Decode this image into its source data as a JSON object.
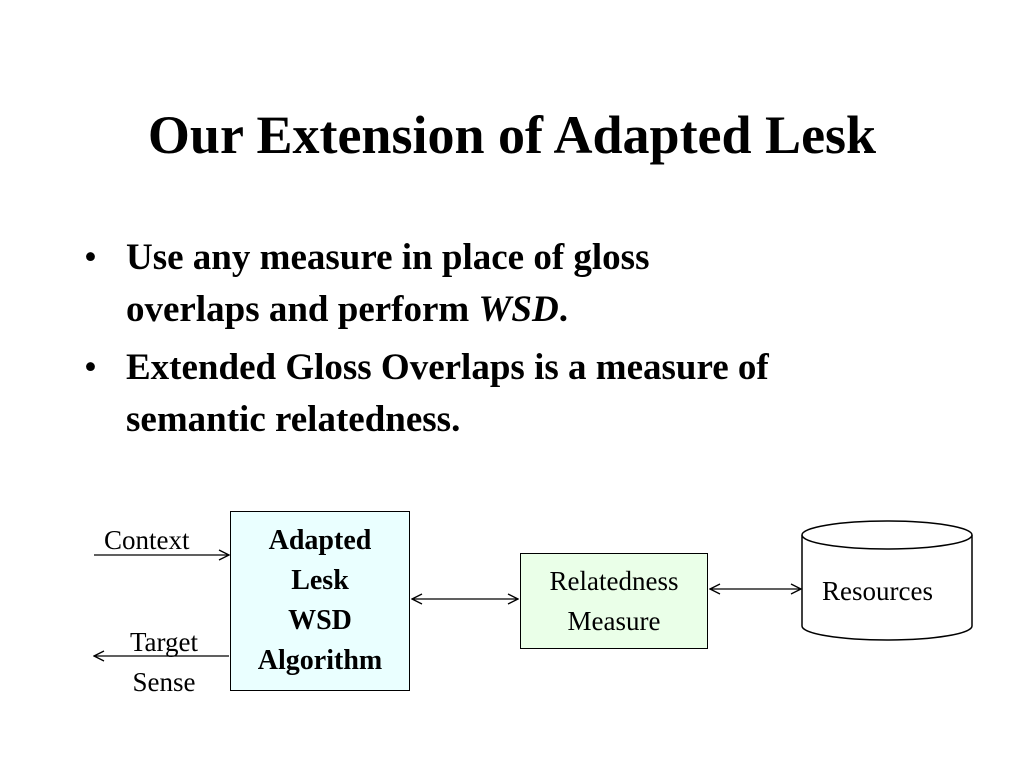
{
  "slide": {
    "title": "Our Extension of Adapted Lesk",
    "bullets": [
      {
        "line1": "Use any measure in place of gloss",
        "line2_main": "overlaps and perform ",
        "line2_italic": "WSD",
        "line2_end": "."
      },
      {
        "line1": "Extended Gloss Overlaps is a measure of",
        "line2": "semantic relatedness."
      }
    ],
    "bullet_char": "•"
  },
  "diagram": {
    "context_label": "Context",
    "target_label_line1": "Target",
    "target_label_line2": "Sense",
    "wsd_box": [
      "Adapted",
      "Lesk",
      "WSD",
      "Algorithm"
    ],
    "relatedness_box": [
      "Relatedness",
      "Measure"
    ],
    "resources_label": "Resources",
    "colors": {
      "wsd_box_fill": "#eaffff",
      "relatedness_box_fill": "#eaffe8",
      "stroke": "#000000"
    }
  }
}
